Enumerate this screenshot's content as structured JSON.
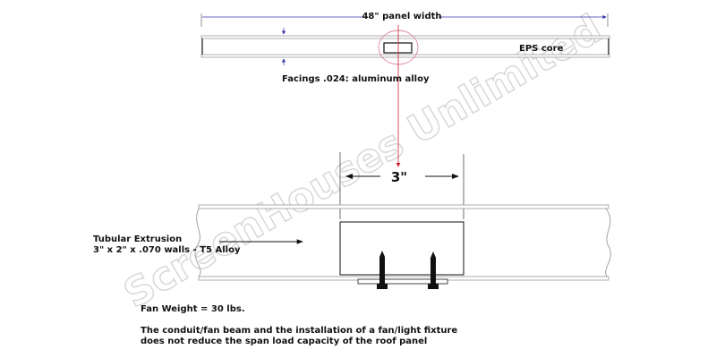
{
  "top_view": {
    "width_label": "48\" panel width",
    "core_label": "EPS core",
    "facings_label": "Facings .024: aluminum alloy"
  },
  "detail_view": {
    "dimension_label": "3\"",
    "extrusion_label_line1": "Tubular Extrusion",
    "extrusion_label_line2": "3\" x 2\" x .070 walls - T5 Alloy"
  },
  "notes": {
    "fan_weight": "Fan Weight = 30 lbs.",
    "line1": "The conduit/fan beam and the installation of a fan/light fixture",
    "line2": "does not reduce the span load capacity of the roof panel"
  },
  "watermark": "ScreenHouses Unlimited",
  "colors": {
    "dimension": "#3333aa",
    "callout": "#cc2233",
    "panel": "#888888"
  }
}
